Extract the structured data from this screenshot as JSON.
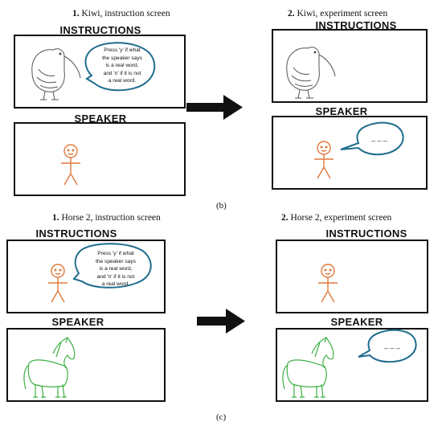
{
  "panel_b": {
    "left_caption": {
      "number": "1.",
      "text": "Kiwi, instruction screen"
    },
    "right_caption": {
      "number": "2.",
      "text": "Kiwi, experiment screen"
    },
    "label": "(b)",
    "instructions_heading": "INSTRUCTIONS",
    "speaker_heading": "SPEAKER",
    "speech_lines": [
      "Press 'y' if what",
      "the speaker says",
      "is a real word,",
      "and 'n' if it is not",
      "a real word."
    ],
    "placeholder": "_ _ _"
  },
  "panel_c": {
    "left_caption": {
      "number": "1.",
      "text": "Horse 2, instruction screen"
    },
    "right_caption": {
      "number": "2.",
      "text": "Horse 2, experiment screen"
    },
    "label": "(c)",
    "instructions_heading": "INSTRUCTIONS",
    "speaker_heading": "SPEAKER",
    "speech_lines": [
      "Press 'y' if what",
      "the speaker says",
      "is a real word,",
      "and 'n' if it is not",
      "a real word."
    ],
    "placeholder": "_ _ _"
  },
  "colors": {
    "bubble_stroke": "#1f6d8e",
    "stick_figure": "#e07a3c",
    "horse": "#3cb043",
    "kiwi": "#555555",
    "frame": "#111111"
  }
}
